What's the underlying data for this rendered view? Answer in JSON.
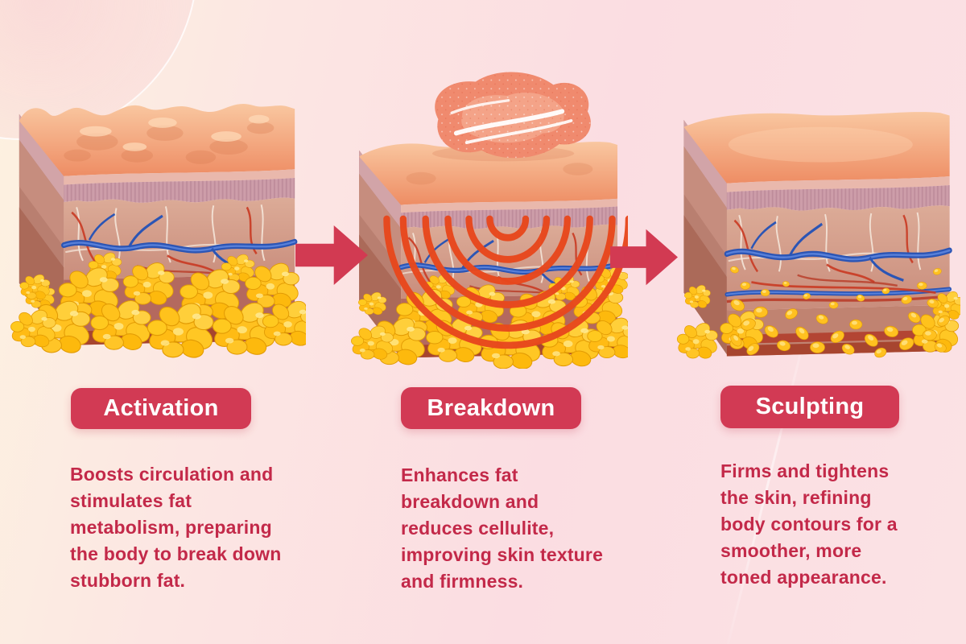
{
  "steps": [
    {
      "label": "Activation",
      "description": "Boosts circulation and\nstimulates fat\nmetabolism, preparing\nthe body to break down\nstubborn fat.",
      "diagram": "skin-cross-section-dimpled-with-large-fat-clusters"
    },
    {
      "label": "Breakdown",
      "description": "Enhances fat\nbreakdown and\nreduces cellulite,\nimproving skin texture\nand firmness.",
      "diagram": "skin-cross-section-with-gel-and-heat-waves"
    },
    {
      "label": "Sculpting",
      "description": "Firms and tightens\nthe skin, refining\nbody contours for a\nsmoother, more\ntoned appearance.",
      "diagram": "skin-cross-section-smooth-with-reduced-fat"
    }
  ],
  "icons": {
    "between_steps": "right-arrow"
  },
  "colors": {
    "accent": "#d23a54",
    "body_text": "#c32949",
    "arrow": "#d23a52",
    "background_left": "#fdf2e0",
    "background_right": "#fbdde2",
    "fat_cells": "#ffc120",
    "heat_waves": "#e8481d"
  }
}
